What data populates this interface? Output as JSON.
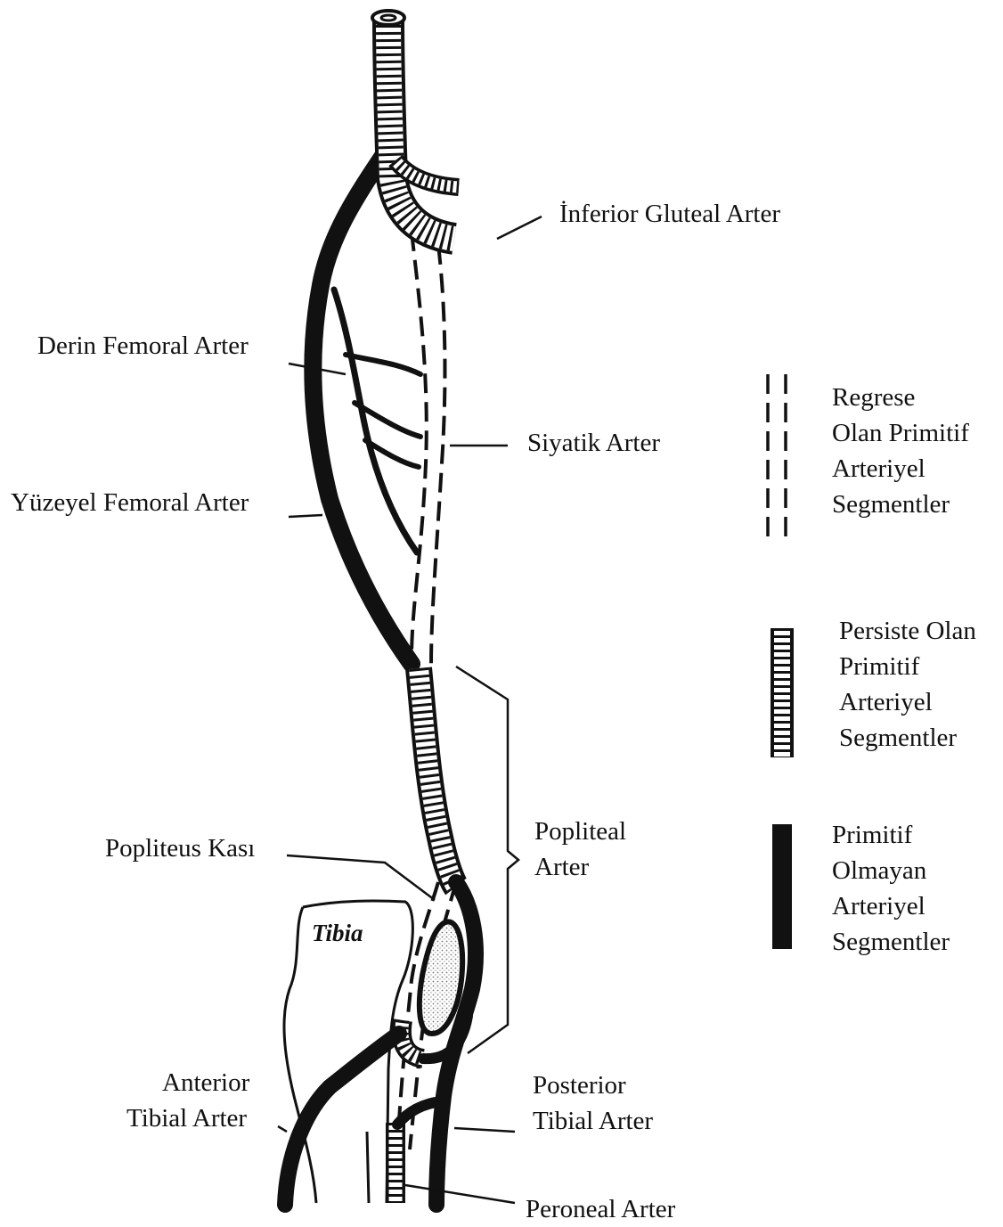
{
  "colors": {
    "ink": "#111111",
    "paper": "#ffffff",
    "stipple": "#888888"
  },
  "labels": {
    "inferior_gluteal": "İnferior Gluteal Arter",
    "derin_femoral": "Derin Femoral Arter",
    "siyatik": "Siyatik Arter",
    "yuzeyel_femoral": "Yüzeyel Femoral Arter",
    "popliteus_kasi": "Popliteus Kası",
    "popliteal_line1": "Popliteal",
    "popliteal_line2": "Arter",
    "anterior_tibial_line1": "Anterior",
    "anterior_tibial_line2": "Tibial Arter",
    "posterior_tibial_line1": "Posterior",
    "posterior_tibial_line2": "Tibial Arter",
    "peroneal": "Peroneal Arter",
    "tibia": "Tibia"
  },
  "legend": [
    {
      "style": "dashed",
      "icon": "dashed-vessel-icon",
      "lines": [
        "Regrese",
        "Olan Primitif",
        "Arteriyel",
        "Segmentler"
      ]
    },
    {
      "style": "ringed",
      "icon": "ringed-vessel-icon",
      "lines": [
        "Persiste Olan",
        "Primitif",
        "Arteriyel",
        "Segmentler"
      ]
    },
    {
      "style": "solid",
      "icon": "solid-vessel-icon",
      "lines": [
        "Primitif",
        "Olmayan",
        "Arteriyel",
        "Segmentler"
      ]
    }
  ]
}
